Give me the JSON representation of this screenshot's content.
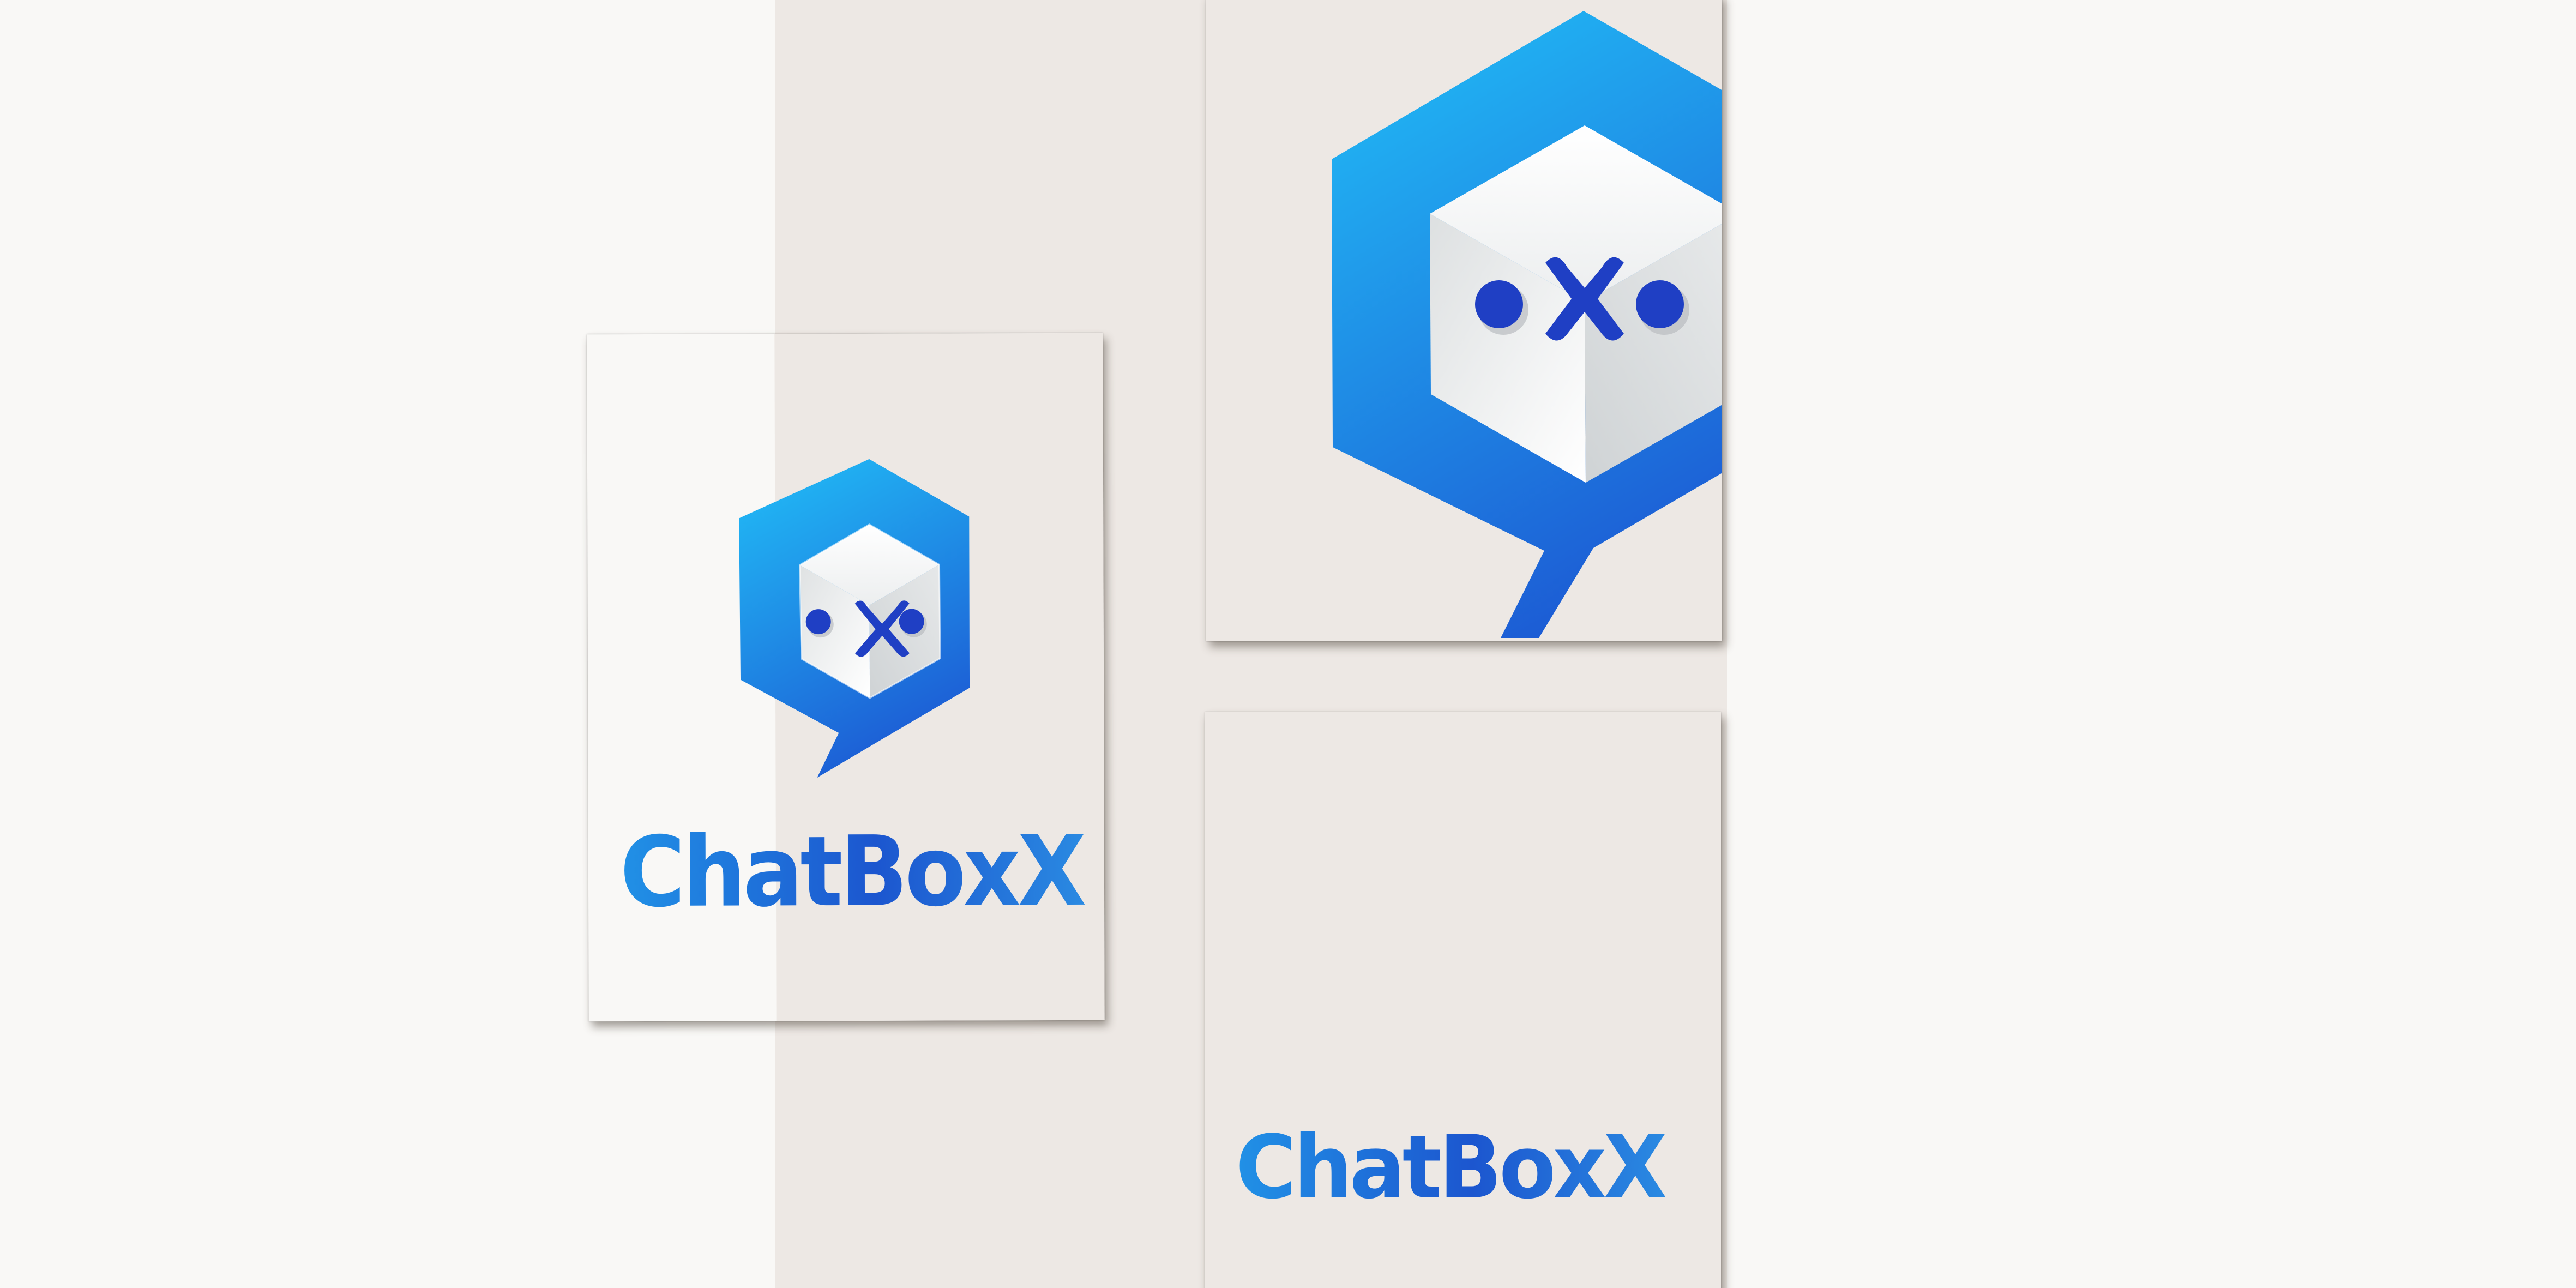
{
  "brand": {
    "name": "ChatBoxX",
    "parts": [
      "Chat",
      "Box",
      "X"
    ]
  },
  "colors": {
    "gradient_top": "#21b6f4",
    "gradient_bottom": "#1c55d2",
    "eye_color": "#1f3fc4",
    "cube_light": "#ffffff",
    "cube_shade": "#d9dcdd",
    "paper": "#f9f8f6",
    "paper_tint": "#ede8e4"
  },
  "icons": [
    "hexagon-chat-bubble-icon",
    "cube-icon",
    "eyes-x-face-icon"
  ]
}
